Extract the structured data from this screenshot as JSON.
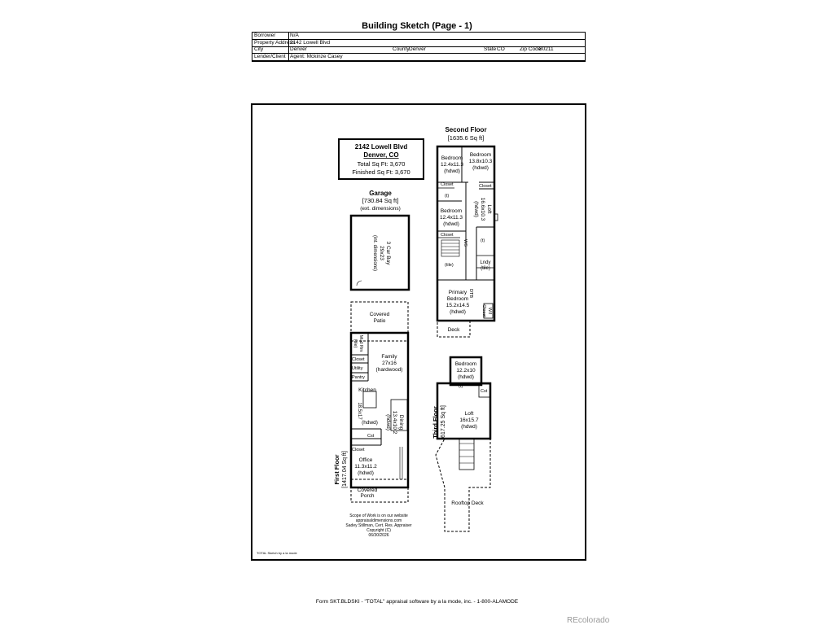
{
  "header": {
    "title": "Building Sketch (Page - 1)",
    "rows": [
      {
        "label": "Borrower",
        "value": "N/A"
      },
      {
        "label": "Property Address",
        "value": "2142 Lowell Blvd"
      },
      {
        "label": "City",
        "value": "Denver",
        "county_label": "County",
        "county": "Denver",
        "state_label": "State",
        "state": "CO",
        "zip_label": "Zip Code",
        "zip": "80211"
      },
      {
        "label": "Lender/Client",
        "value": "Agent: Mckinze Casey"
      }
    ]
  },
  "summary": {
    "address": "2142 Lowell Blvd",
    "city": "Denver, CO",
    "total": "Total Sq Ft: 3,670",
    "finished": "Finished Sq Ft: 3,670"
  },
  "garage": {
    "title": "Garage",
    "area": "[730.84 Sq ft]",
    "note": "(ext. dimensions)",
    "bay": "3 Car Bay",
    "dims": "29x23",
    "dim_note": "(int. dimensions)"
  },
  "second_floor": {
    "title": "Second Floor",
    "area": "[1635.6 Sq ft]",
    "bedroom1": [
      "Bedroom",
      "12.4x11.3",
      "(hdwd)"
    ],
    "bedroom2": [
      "Bedroom",
      "13.8x10.3",
      "(hdwd)"
    ],
    "bedroom3": [
      "Bedroom",
      "12.4x11.3",
      "(hdwd)"
    ],
    "loft": [
      "Loft",
      "16.6x10.3",
      "(hdwd)"
    ],
    "primary": [
      "Primary",
      "Bedroom",
      "15.2x14.5",
      "(hdwd)"
    ],
    "lndy": [
      "Lndy",
      "(tile)"
    ],
    "wi_closet": [
      "W/I",
      "Closet"
    ],
    "closet": "Closet",
    "t": "(t)",
    "tile": "(tile)",
    "dtb": "DTB",
    "ws": "WS",
    "deck": "Deck"
  },
  "first_floor": {
    "title": "First Floor",
    "area": "[1417.04 Sq ft]",
    "patio": [
      "Covered",
      "Patio"
    ],
    "family": [
      "Family",
      "27x16",
      "(hardwood)"
    ],
    "mud": [
      "Mud Rm",
      "(tile)"
    ],
    "closet": "Closet",
    "utility": "Utility",
    "pantry": "Pantry",
    "kitchen": [
      "Kitchen",
      "18.5x17",
      "(hdwd)"
    ],
    "dining": [
      "Dining",
      "13.4x10.2",
      "(hdwd)"
    ],
    "cst": "Cst",
    "office": [
      "Office",
      "11.3x11.2",
      "(hdwd)"
    ],
    "porch": [
      "Covered",
      "Porch"
    ]
  },
  "third_floor": {
    "title": "Third Floor",
    "area": "[617.25 Sq ft]",
    "bedroom": [
      "Bedroom",
      "12.2x10",
      "(hdwd)"
    ],
    "t": "(t)",
    "cst": "Cst",
    "loft": [
      "Loft",
      "16x15.7",
      "(hdwd)"
    ],
    "rooftop": "Rooftop Deck"
  },
  "credits": [
    "Scope of Work is on our website",
    "appraisaldimensions.com",
    "Sadey Stillman, Cert. Res. Appraiser",
    "Copyright (C)",
    "06/30/2026"
  ],
  "sheet_footer": "TOTAL Sketch by a la mode",
  "page_footer": "Form SKT.BLDSKI - \"TOTAL\" appraisal software by a la mode, inc. - 1-800-ALAMODE",
  "brand": "REcolorado"
}
